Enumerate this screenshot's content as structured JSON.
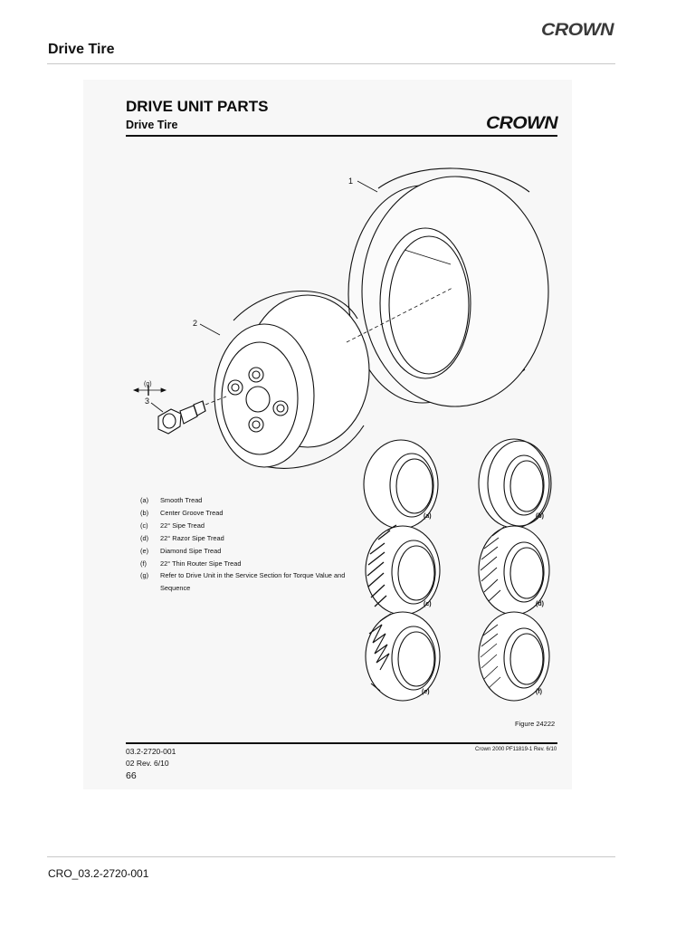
{
  "header": {
    "title": "Drive Tire",
    "brand": "CROWN"
  },
  "sheet": {
    "title": "DRIVE UNIT PARTS",
    "subtitle": "Drive Tire",
    "brand": "CROWN",
    "callouts": {
      "tire": "1",
      "hub": "2",
      "bolt": "3",
      "bolt_note": "(g)"
    },
    "tread_labels": [
      "(a)",
      "(b)",
      "(c)",
      "(d)",
      "(e)",
      "(f)"
    ],
    "legend": [
      {
        "letter": "(a)",
        "text": "Smooth Tread"
      },
      {
        "letter": "(b)",
        "text": "Center Groove Tread"
      },
      {
        "letter": "(c)",
        "text": "22° Sipe Tread"
      },
      {
        "letter": "(d)",
        "text": "22° Razor Sipe Tread"
      },
      {
        "letter": "(e)",
        "text": "Diamond Sipe Tread"
      },
      {
        "letter": "(f)",
        "text": "22° Thin Router Sipe Tread"
      },
      {
        "letter": "(g)",
        "text": "Refer to Drive Unit in the Service Section for Torque Value and Sequence"
      }
    ],
    "figure": "Figure 24222",
    "doc_number": "03.2-2720-001",
    "revision": "02 Rev. 6/10",
    "page": "66",
    "copyright": "Crown 2000 PF11819-1 Rev. 6/10"
  },
  "footer": {
    "document_id": "CRO_03.2-2720-001"
  }
}
